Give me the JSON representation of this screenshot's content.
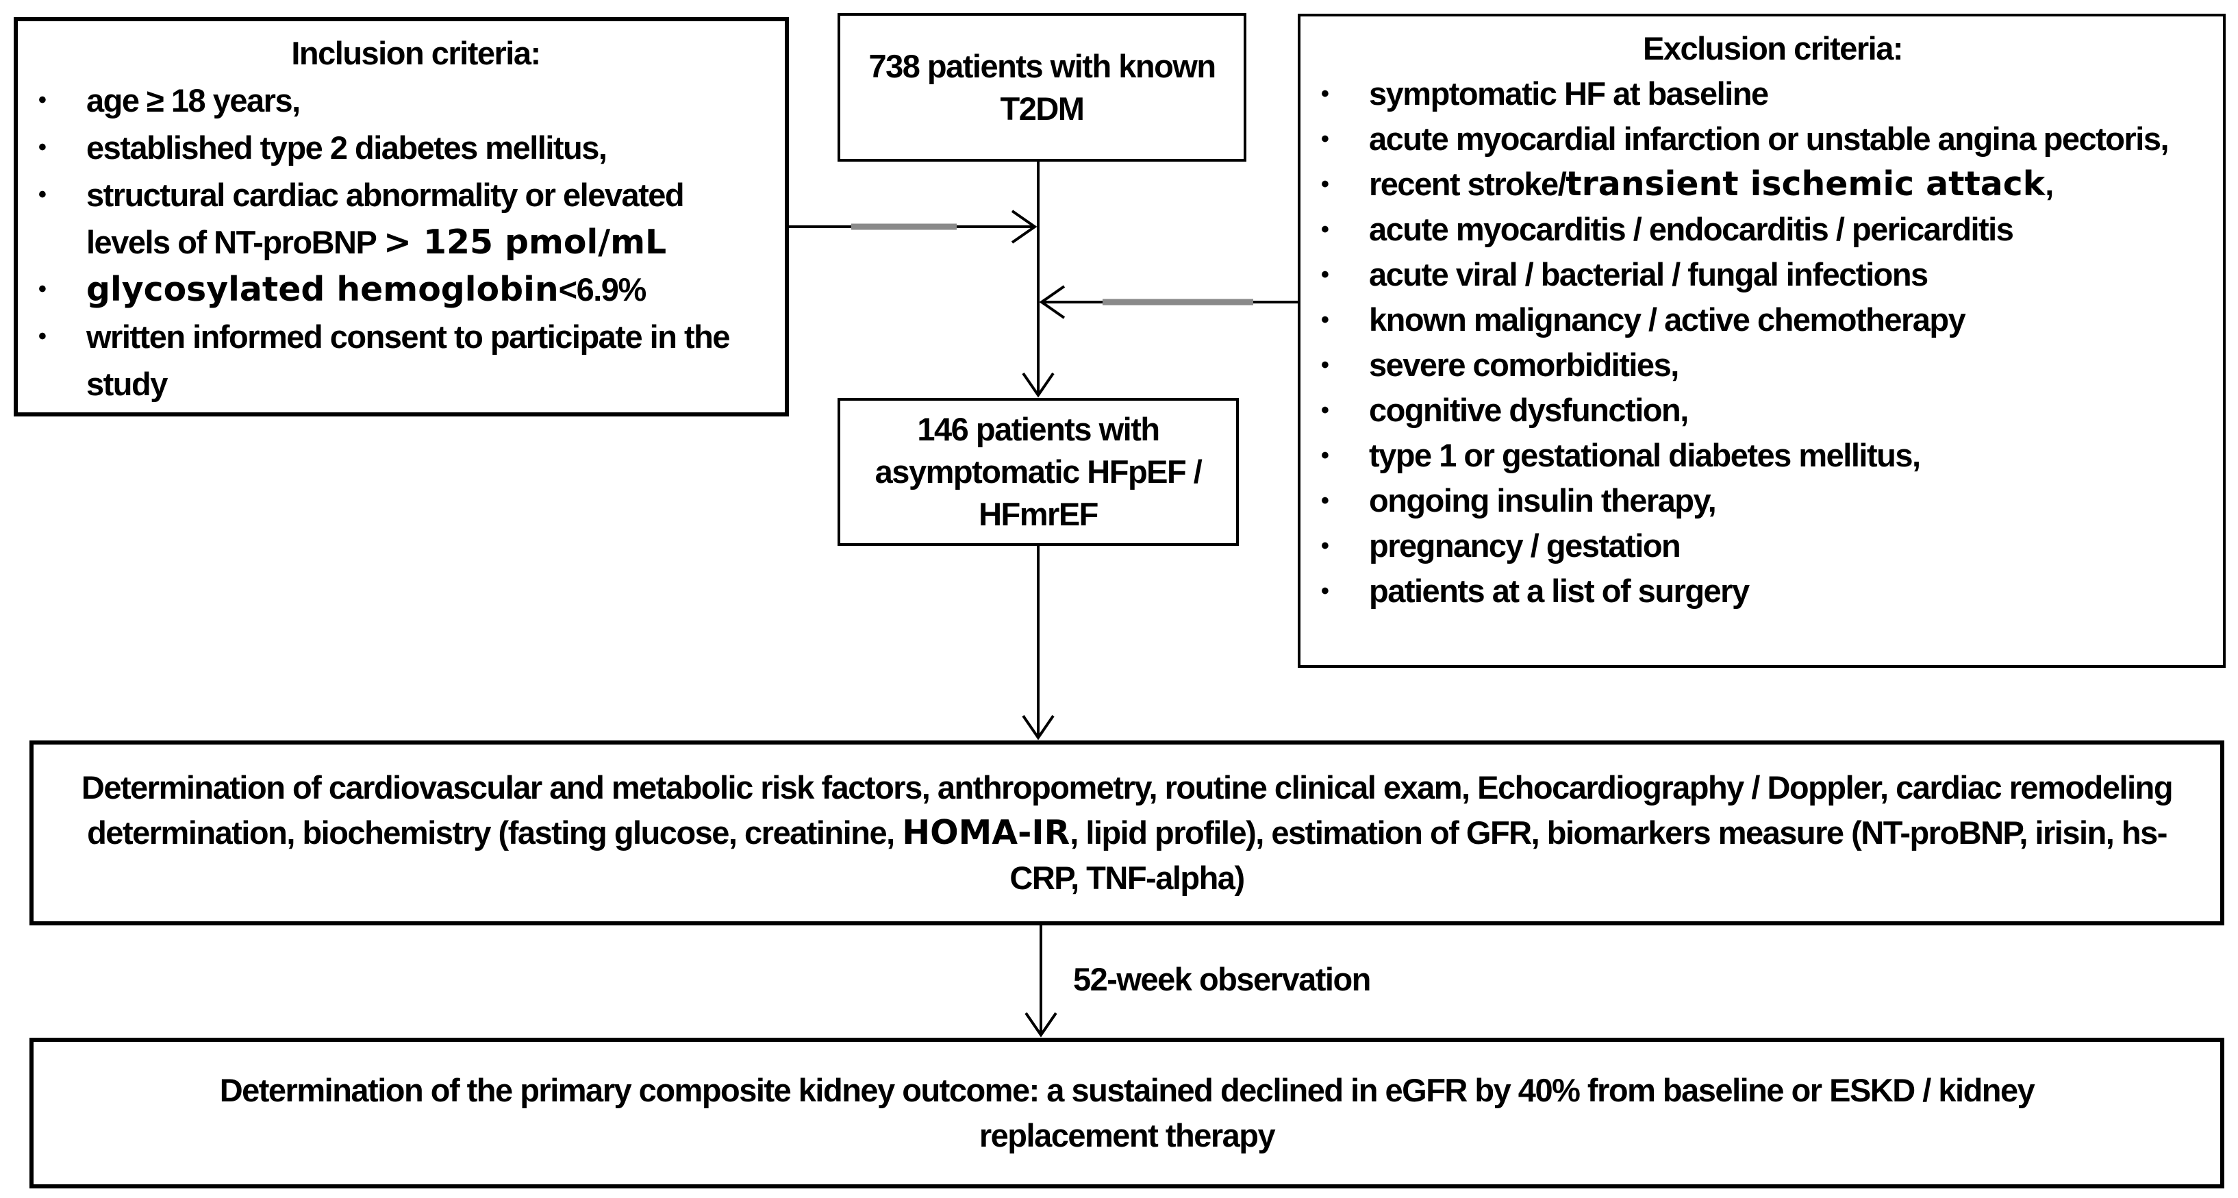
{
  "colors": {
    "background": "#ffffff",
    "border": "#000000",
    "text": "#000000",
    "arrow": "#000000",
    "arrow_gray_segment": "#8a8a8a"
  },
  "inclusion": {
    "title": "Inclusion criteria:",
    "items": [
      "age ≥ 18 years,",
      "established type 2 diabetes mellitus,",
      [
        {
          "text": "structural cardiac abnormality or elevated levels of NT-proBNP "
        },
        {
          "text": "> 125 pmol/mL",
          "wide": true
        }
      ],
      [
        {
          "text": "glycosylated hemoglobin",
          "wide": true
        },
        {
          "text": "<6.9%"
        }
      ],
      "written informed consent to participate in the study"
    ]
  },
  "exclusion": {
    "title": "Exclusion criteria:",
    "items": [
      "symptomatic HF at baseline",
      "acute myocardial infarction or unstable angina pectoris,",
      [
        {
          "text": "recent stroke/"
        },
        {
          "text": "transient ischemic attack",
          "wide": true
        },
        {
          "text": ","
        }
      ],
      "acute myocarditis / endocarditis / pericarditis",
      "acute viral / bacterial / fungal infections",
      "known malignancy / active chemotherapy",
      "severe comorbidities,",
      "cognitive dysfunction,",
      "type 1 or gestational diabetes mellitus,",
      "ongoing insulin therapy,",
      "pregnancy / gestation",
      "patients at a list of surgery"
    ]
  },
  "cohort_top": {
    "text": "738 patients with known T2DM"
  },
  "cohort_selected": {
    "text": "146 patients with asymptomatic HFpEF / HFmrEF"
  },
  "assessment": {
    "runs": [
      {
        "text": "Determination of cardiovascular and metabolic risk factors, anthropometry, routine clinical exam, Echocardiography / Doppler, cardiac remodeling determination, biochemistry (fasting glucose, creatinine, "
      },
      {
        "text": "HOMA-IR",
        "wide": true
      },
      {
        "text": ", lipid profile), estimation of GFR, biomarkers measure (NT-proBNP, irisin, hs-CRP, TNF-alpha)"
      }
    ]
  },
  "observation": {
    "label": "52-week observation"
  },
  "outcome": {
    "text": "Determination of the primary composite kidney outcome: a sustained declined in eGFR by 40% from baseline or ESKD / kidney replacement therapy"
  }
}
